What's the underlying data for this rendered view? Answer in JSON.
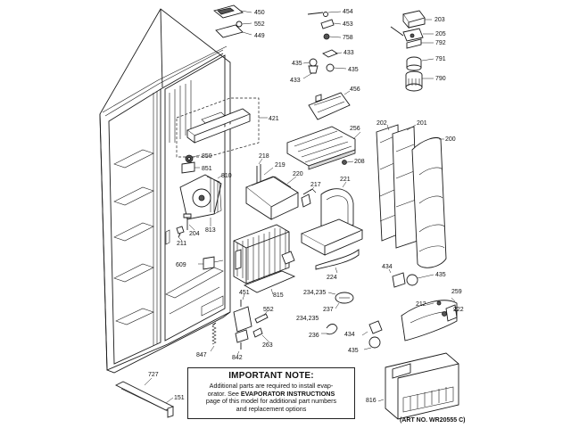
{
  "labels": {
    "p450": "450",
    "p552a": "552",
    "p449": "449",
    "p454": "454",
    "p453": "453",
    "p758": "758",
    "p433a": "433",
    "p435a": "435",
    "p433b": "433",
    "p435b": "435",
    "p203": "203",
    "p205": "205",
    "p792": "792",
    "p791": "791",
    "p790": "790",
    "p456": "456",
    "p421": "421",
    "p256": "256",
    "p202": "202",
    "p201": "201",
    "p200": "200",
    "p850": "850",
    "p851": "851",
    "p218": "218",
    "p219": "219",
    "p220": "220",
    "p208": "208",
    "p810": "810",
    "p217": "217",
    "p221": "221",
    "p204": "204",
    "p211": "211",
    "p813": "813",
    "p609": "609",
    "p224": "224",
    "p815": "815",
    "p434a": "434",
    "p435c": "435",
    "p234a": "234,235",
    "p237": "237",
    "p259": "259",
    "p212": "212",
    "p222": "222",
    "p451": "451",
    "p552b": "552",
    "p234b": "234,235",
    "p236": "236",
    "p434b": "434",
    "p435d": "435",
    "p263": "263",
    "p847": "847",
    "p842": "842",
    "p727": "727",
    "p151": "151",
    "p816": "816"
  },
  "note": {
    "title": "IMPORTANT NOTE:",
    "line1": "Additional parts are required to install evap-",
    "line2_pre": "orator.  See ",
    "line2_bold": "EVAPORATOR INSTRUCTIONS",
    "line3": "page of this model for additional part numbers",
    "line4": "and replacement options"
  },
  "art_ref": "(ART NO. WR20555 C)"
}
